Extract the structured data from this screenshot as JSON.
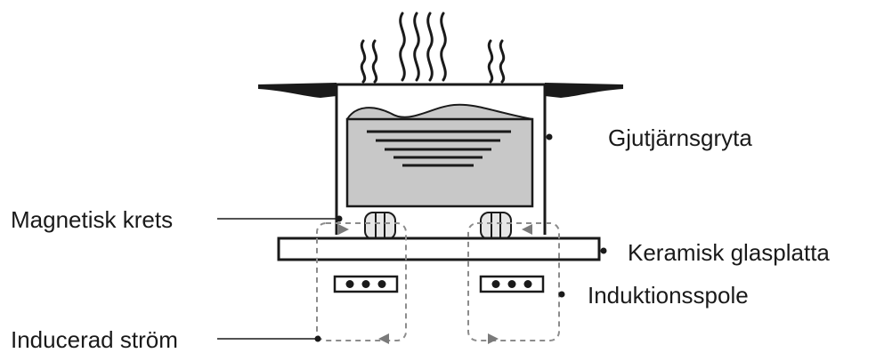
{
  "labels": {
    "pot": "Gjutjärnsgryta",
    "magnetic_circuit": "Magnetisk krets",
    "glass_plate": "Keramisk glasplatta",
    "coil": "Induktionsspole",
    "induced_current": "Inducerad ström"
  },
  "colors": {
    "ink": "#1a1a1a",
    "pot_fill": "#c8c8c8",
    "coil_fill": "#e6e6e6",
    "dashed": "#8c8c8c",
    "arrow": "#7a7a7a"
  },
  "icons": {
    "heat": "steam-waves-icon",
    "flux": "flux-coil-icon",
    "coil": "coil-winding-icon"
  }
}
